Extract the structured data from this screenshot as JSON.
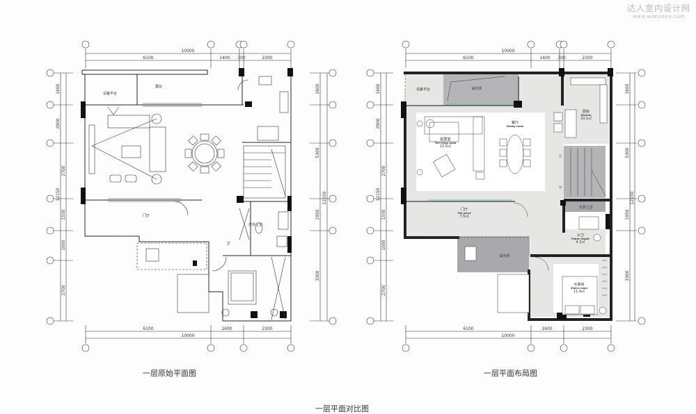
{
  "watermark": {
    "site_name": "达人室内设计网",
    "url": "www.wonadea.com"
  },
  "title": "一层平面对比图",
  "plans": [
    {
      "id": "original",
      "caption": "一层原始平面图",
      "top_dims": {
        "total": "10000",
        "segments": [
          "6100",
          "1400",
          "300",
          "2300"
        ]
      },
      "bottom_dims": {
        "total": "10000",
        "segments": [
          "6100",
          "1600",
          "2300"
        ]
      },
      "left_dims": {
        "total": "12150",
        "segments": [
          "1600",
          "2900",
          "2700",
          "1550",
          "1000",
          "2700"
        ]
      },
      "right_dims": {
        "total": "12150",
        "segments": [
          "1600",
          "5300",
          "1950",
          "3300"
        ]
      },
      "rooms": [
        {
          "label": "设备平台"
        },
        {
          "label": "露台"
        },
        {
          "label": "门厅"
        },
        {
          "label": "卫"
        },
        {
          "label": "光井上空"
        }
      ]
    },
    {
      "id": "layout",
      "caption": "一层平面布局图",
      "top_dims": {
        "total": "10000",
        "segments": [
          "6100",
          "1400",
          "300",
          "2300"
        ]
      },
      "bottom_dims": {
        "total": "10000",
        "segments": [
          "6100",
          "1600",
          "2300"
        ]
      },
      "left_dims": {
        "total": "12150",
        "segments": [
          "1600",
          "2900",
          "2700",
          "1550",
          "1000",
          "2700"
        ]
      },
      "right_dims": {
        "total": "12150",
        "segments": [
          "1600",
          "5300",
          "1950",
          "3300"
        ]
      },
      "rooms": [
        {
          "label": "设备平台",
          "en": "",
          "area": ""
        },
        {
          "label": "采光井",
          "en": "",
          "area": ""
        },
        {
          "label": "起居室",
          "en": "The living room",
          "area": "22.5㎡"
        },
        {
          "label": "餐厅",
          "en": "Dining room",
          "area": ""
        },
        {
          "label": "厨房",
          "en": "Kitchen",
          "area": "10.1㎡"
        },
        {
          "label": "门厅",
          "en": "The porch",
          "area": "7.5㎡"
        },
        {
          "label": "采光井",
          "en": "",
          "area": ""
        },
        {
          "label": "光井上空",
          "en": "",
          "area": ""
        },
        {
          "label": "公卫",
          "en": "Public health",
          "area": "4.3㎡"
        },
        {
          "label": "长辈房",
          "en": "Elders room",
          "area": "11.4㎡"
        }
      ],
      "stair_labels": {
        "up": "上",
        "down": "下"
      }
    }
  ],
  "colors": {
    "wall": "#1a1a1a",
    "floor_light": "#e6e6e4",
    "floor_mid": "#a9a9ab",
    "line": "#333333",
    "background": "#fdfdfe"
  }
}
